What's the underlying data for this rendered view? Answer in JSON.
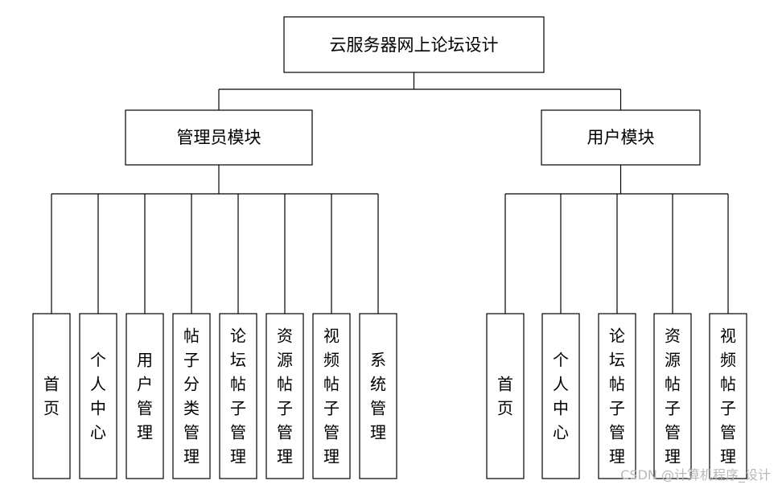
{
  "root": {
    "label": "云服务器网上论坛设计"
  },
  "modules": [
    {
      "label": "管理员模块",
      "children": [
        "首页",
        "个人中心",
        "用户管理",
        "帖子分类管理",
        "论坛帖子管理",
        "资源帖子管理",
        "视频帖子管理",
        "系统管理"
      ]
    },
    {
      "label": "用户模块",
      "children": [
        "首页",
        "个人中心",
        "论坛帖子管理",
        "资源帖子管理",
        "视频帖子管理"
      ]
    }
  ],
  "watermark": "CSDN @计算机程序_设计"
}
